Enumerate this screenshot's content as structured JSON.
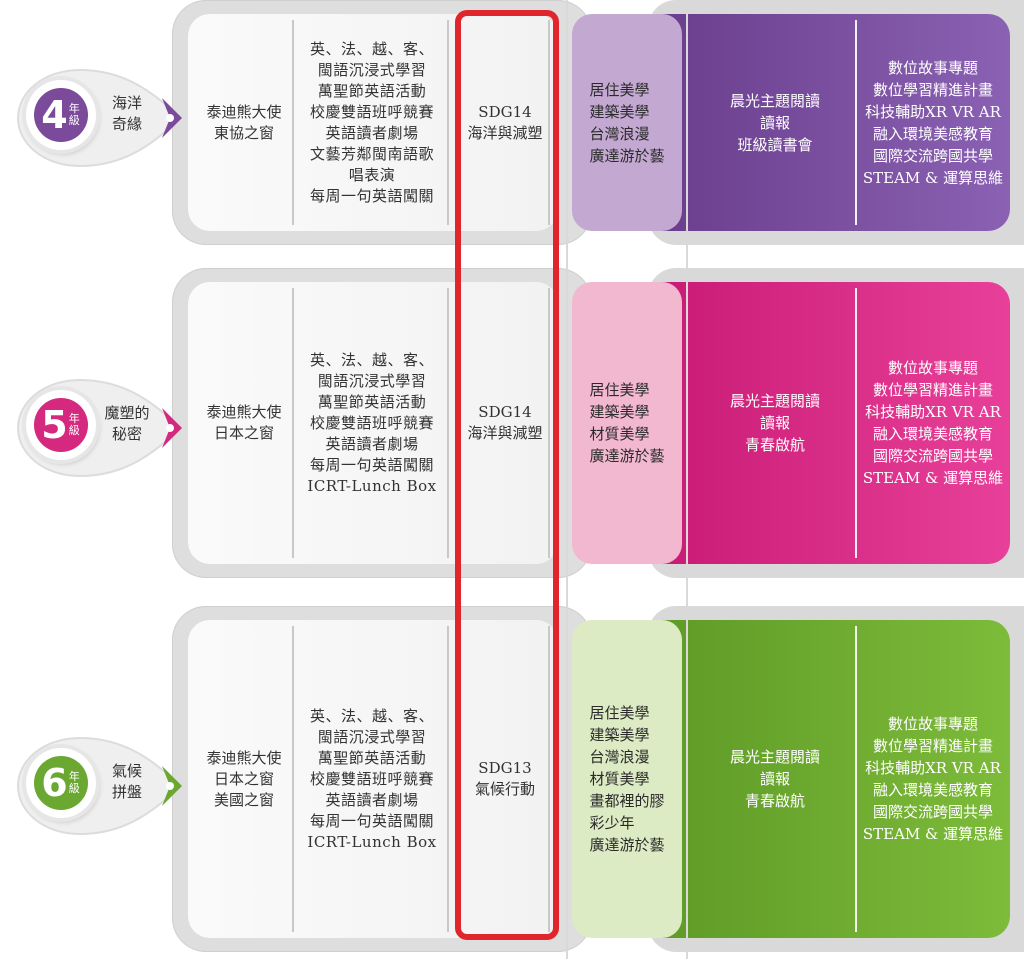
{
  "colors": {
    "grade4": "#7b4a9a",
    "grade5": "#d5287f",
    "grade6": "#6aa832",
    "highlight": "#e0262c"
  },
  "rows": [
    {
      "grade_num": "4",
      "grade_label": "年\n級",
      "theme": "海洋\n奇緣",
      "ambassador": "泰迪熊大使\n東協之窗",
      "activities": "英、法、越、客、\n閩語沉浸式學習\n萬聖節英語活動\n校慶雙語班呼競賽\n英語讀者劇場\n文藝芳鄰閩南語歌\n唱表演\n每周一句英語闖關",
      "sdg": "SDG14\n海洋與減塑",
      "aesthetics": "居住美學\n建築美學\n台灣浪漫\n廣達游於藝",
      "reading": "晨光主題閱讀\n讀報\n班級讀書會",
      "digital": "數位故事專題\n數位學習精進計畫\n科技輔助XR VR AR\n融入環境美感教育\n國際交流跨國共學\nSTEAM & 運算思維"
    },
    {
      "grade_num": "5",
      "grade_label": "年\n級",
      "theme": "魔塑的\n秘密",
      "ambassador": "泰迪熊大使\n日本之窗",
      "activities": "英、法、越、客、\n閩語沉浸式學習\n萬聖節英語活動\n校慶雙語班呼競賽\n英語讀者劇場\n每周一句英語闖關\nICRT-Lunch Box",
      "sdg": "SDG14\n海洋與減塑",
      "aesthetics": "居住美學\n建築美學\n材質美學\n廣達游於藝",
      "reading": "晨光主題閱讀\n讀報\n青春啟航",
      "digital": "數位故事專題\n數位學習精進計畫\n科技輔助XR VR AR\n融入環境美感教育\n國際交流跨國共學\nSTEAM & 運算思維"
    },
    {
      "grade_num": "6",
      "grade_label": "年\n級",
      "theme": "氣候\n拼盤",
      "ambassador": "泰迪熊大使\n日本之窗\n美國之窗",
      "activities": "英、法、越、客、\n閩語沉浸式學習\n萬聖節英語活動\n校慶雙語班呼競賽\n英語讀者劇場\n每周一句英語闖關\nICRT-Lunch Box",
      "sdg": "SDG13\n氣候行動",
      "aesthetics": "居住美學\n建築美學\n台灣浪漫\n材質美學\n畫都裡的膠\n彩少年\n廣達游於藝",
      "reading": "晨光主題閱讀\n讀報\n青春啟航",
      "digital": "數位故事專題\n數位學習精進計畫\n科技輔助XR VR AR\n融入環境美感教育\n國際交流跨國共學\nSTEAM & 運算思維"
    }
  ]
}
